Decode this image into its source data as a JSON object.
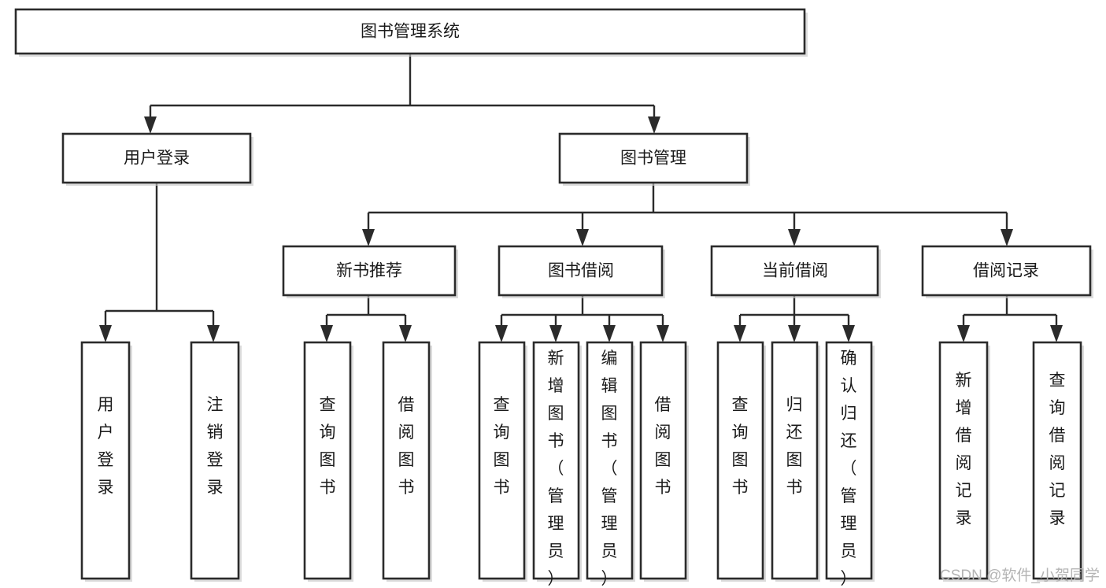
{
  "diagram": {
    "type": "hierarchy-tree",
    "title": "图书管理系统",
    "levels": 4,
    "root": {
      "id": "root",
      "label": "图书管理系统"
    },
    "level2": [
      {
        "id": "user-login",
        "label": "用户登录"
      },
      {
        "id": "book-manage",
        "label": "图书管理"
      }
    ],
    "level3": [
      {
        "id": "new-book-rec",
        "label": "新书推荐",
        "parent": "book-manage"
      },
      {
        "id": "book-borrow",
        "label": "图书借阅",
        "parent": "book-manage"
      },
      {
        "id": "current-borrow",
        "label": "当前借阅",
        "parent": "book-manage"
      },
      {
        "id": "borrow-record",
        "label": "借阅记录",
        "parent": "book-manage"
      }
    ],
    "leaves": [
      {
        "id": "leaf-user-login",
        "label": "用户登录",
        "parent": "user-login"
      },
      {
        "id": "leaf-logout-login",
        "label": "注销登录",
        "parent": "user-login"
      },
      {
        "id": "leaf-query-book-1",
        "label": "查询图书",
        "parent": "new-book-rec"
      },
      {
        "id": "leaf-borrow-book-1",
        "label": "借阅图书",
        "parent": "new-book-rec"
      },
      {
        "id": "leaf-query-book-2",
        "label": "查询图书",
        "parent": "book-borrow"
      },
      {
        "id": "leaf-add-book",
        "label": "新增图书（管理员）",
        "parent": "book-borrow"
      },
      {
        "id": "leaf-edit-book",
        "label": "编辑图书（管理员）",
        "parent": "book-borrow"
      },
      {
        "id": "leaf-borrow-book-2",
        "label": "借阅图书",
        "parent": "book-borrow"
      },
      {
        "id": "leaf-query-book-3",
        "label": "查询图书",
        "parent": "current-borrow"
      },
      {
        "id": "leaf-return-book",
        "label": "归还图书",
        "parent": "current-borrow"
      },
      {
        "id": "leaf-confirm-return",
        "label": "确认归还（管理员）",
        "parent": "current-borrow"
      },
      {
        "id": "leaf-add-record",
        "label": "新增借阅记录",
        "parent": "borrow-record"
      },
      {
        "id": "leaf-query-record",
        "label": "查询借阅记录",
        "parent": "borrow-record"
      }
    ],
    "colors": {
      "box_stroke": "#2b2b2b",
      "box_fill": "#ffffff",
      "connector": "#2b2b2b",
      "text": "#1a1a1a",
      "background": "#ffffff",
      "watermark": "#b4b4b4"
    }
  },
  "watermark": {
    "text": "CSDN @软件_小贺同学"
  }
}
